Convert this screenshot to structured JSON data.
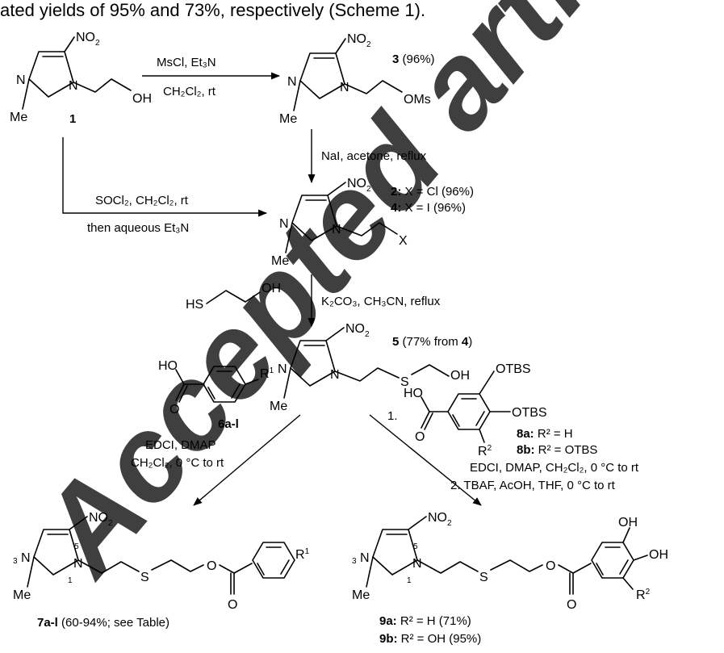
{
  "header_text": "ated yields of 95% and 73%, respectively (Scheme 1).",
  "watermark": "Accepted article",
  "atoms": {
    "nitro": "NO",
    "n": "N",
    "me": "Me",
    "oh": "OH",
    "oms": "OMs",
    "x": "X",
    "hs": "HS",
    "s": "S",
    "ho": "HO",
    "o": "O",
    "otbs": "OTBS",
    "r": "R"
  },
  "compounds": {
    "c1": "1",
    "c3": "3",
    "c3_yield": " (96%)",
    "c2": "2:",
    "c2_text": " X = Cl (96%)",
    "c4": "4:",
    "c4_text": " X = I (96%)",
    "c5": "5",
    "c5_text": " (77% from ",
    "c5_ref": "4",
    "c5_close": ")",
    "c6": "6a-l",
    "c8a": "8a:",
    "c8a_text": " R² = H",
    "c8b": "8b:",
    "c8b_text": " R² = OTBS",
    "c7": "7a-l",
    "c7_text": " (60-94%; see Table)",
    "c9a": "9a:",
    "c9a_text": " R² = H    (71%)",
    "c9b": "9b:",
    "c9b_text": " R² = OH (95%)"
  },
  "conditions": {
    "mscl": "MsCl, Et₃N",
    "ch2cl2_rt": "CH₂Cl₂, rt",
    "nai": "NaI, acetone, reflux",
    "socl2": "SOCl₂, CH₂Cl₂, rt",
    "aq_et3n": "then aqueous Et₃N",
    "k2co3": "K₂CO₃, CH₃CN, reflux",
    "edci": "EDCI, DMAP",
    "ch2cl2_0": "CH₂Cl₂, 0 °C to rt",
    "step1_num": "1.",
    "step1": "EDCI, DMAP, CH₂Cl₂, 0 °C to rt",
    "step2": "2. TBAF, AcOH, THF, 0 °C to rt"
  },
  "ring_numbers": {
    "n3": "3",
    "n1": "1",
    "c5": "5"
  },
  "sub_labels": {
    "two": "2",
    "one": "1"
  }
}
